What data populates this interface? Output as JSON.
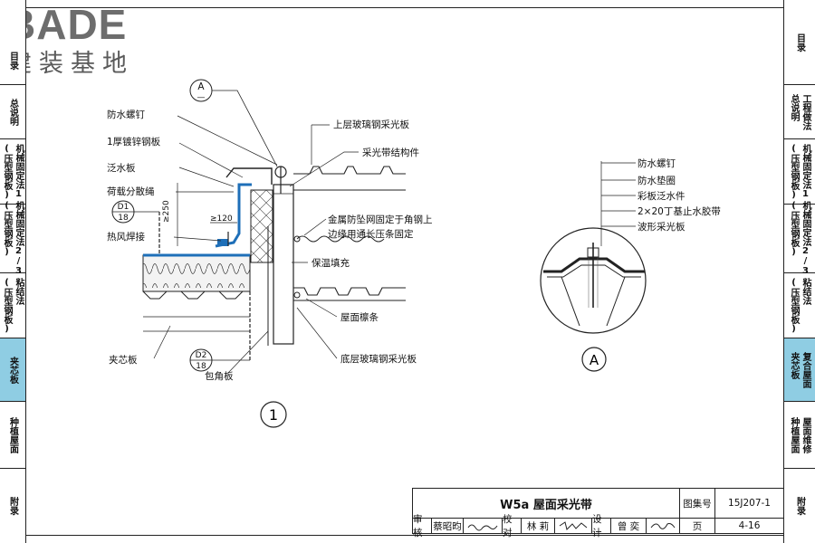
{
  "brand": {
    "word": "BADE",
    "subtitle": "建装基地"
  },
  "left_tabs": [
    {
      "label": "目录",
      "active": false
    },
    {
      "label": "总说明",
      "active": false
    },
    {
      "label": "(压型钢板)",
      "label2": "机械固定法1",
      "active": false
    },
    {
      "label": "(压型钢板)",
      "label2": "机械固定法2/3",
      "active": false
    },
    {
      "label": "(压型钢板)",
      "label2": "粘结法",
      "active": false
    },
    {
      "label": "夹芯板",
      "active": true
    },
    {
      "label": "种植屋面",
      "active": false
    },
    {
      "label": "附录",
      "active": false
    }
  ],
  "right_tabs": [
    {
      "label": "目录",
      "active": false
    },
    {
      "label": "总说明",
      "label2": "工程做法",
      "active": false
    },
    {
      "label": "(压型钢板)",
      "label2": "机械固定法1",
      "active": false
    },
    {
      "label": "(压型钢板)",
      "label2": "机械固定法2/3",
      "active": false
    },
    {
      "label": "(压型钢板)",
      "label2": "粘结法",
      "active": false
    },
    {
      "label": "夹芯板",
      "label2": "复合屋面",
      "active": true
    },
    {
      "label": "种植屋面",
      "label2": "屋面维修",
      "active": false
    },
    {
      "label": "附录",
      "active": false
    }
  ],
  "detail1": {
    "callout_a": "A",
    "callout_a_sub": "—",
    "labels": {
      "screw": "防水螺钉",
      "galv_sheet": "1厚镀锌钢板",
      "flashing": "泛水板",
      "rope": "荷载分散绳",
      "weld": "热风焊接",
      "sandwich": "夹芯板",
      "corner": "包角板",
      "upper_frp": "上层玻璃钢采光板",
      "frame": "采光带结构件",
      "mesh": "金属防坠网固定于角钢上",
      "mesh2": "边缘用通长压条固定",
      "insul": "保温填充",
      "purlin": "屋面檩条",
      "lower_frp": "底层玻璃钢采光板"
    },
    "dim_250": "≥250",
    "dim_120": "≥120",
    "ref_d1": {
      "top": "D1",
      "bottom": "18"
    },
    "ref_d2": {
      "top": "D2",
      "bottom": "18"
    },
    "number": "1"
  },
  "detailA": {
    "labels": {
      "screw": "防水螺钉",
      "washer": "防水垫圈",
      "flash": "彩板泛水件",
      "tape": "2×20丁基止水胶带",
      "panel": "波形采光板"
    },
    "number": "A"
  },
  "titleblock": {
    "title": "W5a 屋面采光带",
    "atlas_label": "图集号",
    "atlas_no": "15J207-1",
    "page_label": "页",
    "page_no": "4-16",
    "review_label": "审核",
    "review_name": "蔡昭昀",
    "check_label": "校对",
    "check_name": "林 莉",
    "design_label": "设计",
    "design_name": "曾 奕"
  }
}
